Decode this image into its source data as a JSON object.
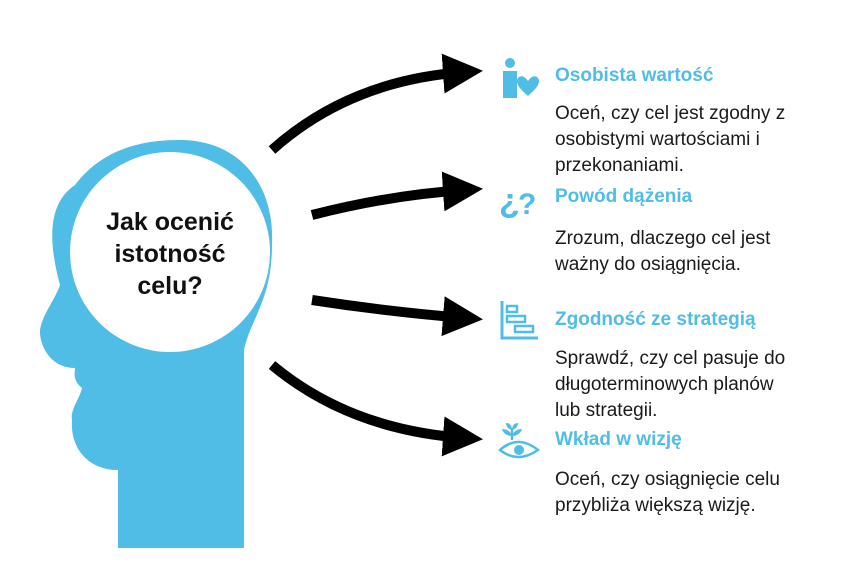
{
  "colors": {
    "accent": "#4fbde6",
    "arrow": "#000000",
    "text": "#1a1a1a"
  },
  "center": {
    "lines": [
      "Jak ocenić",
      "istotność",
      "celu?"
    ]
  },
  "items": [
    {
      "icon": "person-heart-icon",
      "title": "Osobista wartość",
      "desc_lines": [
        "Oceń, czy cel jest zgodny z",
        "osobistymi wartościami i",
        "przekonaniami."
      ]
    },
    {
      "icon": "question-marks-icon",
      "title": "Powód dążenia",
      "desc_lines": [
        "Zrozum, dlaczego cel jest",
        "ważny do osiągnięcia."
      ]
    },
    {
      "icon": "gantt-chart-icon",
      "title": "Zgodność ze strategią",
      "desc_lines": [
        "Sprawdź, czy cel pasuje do",
        "długoterminowych planów",
        "lub strategii."
      ]
    },
    {
      "icon": "eye-plant-icon",
      "title": "Wkład w wizję",
      "desc_lines": [
        "Oceń, czy osiągnięcie celu",
        "przybliża większą wizję."
      ]
    }
  ]
}
